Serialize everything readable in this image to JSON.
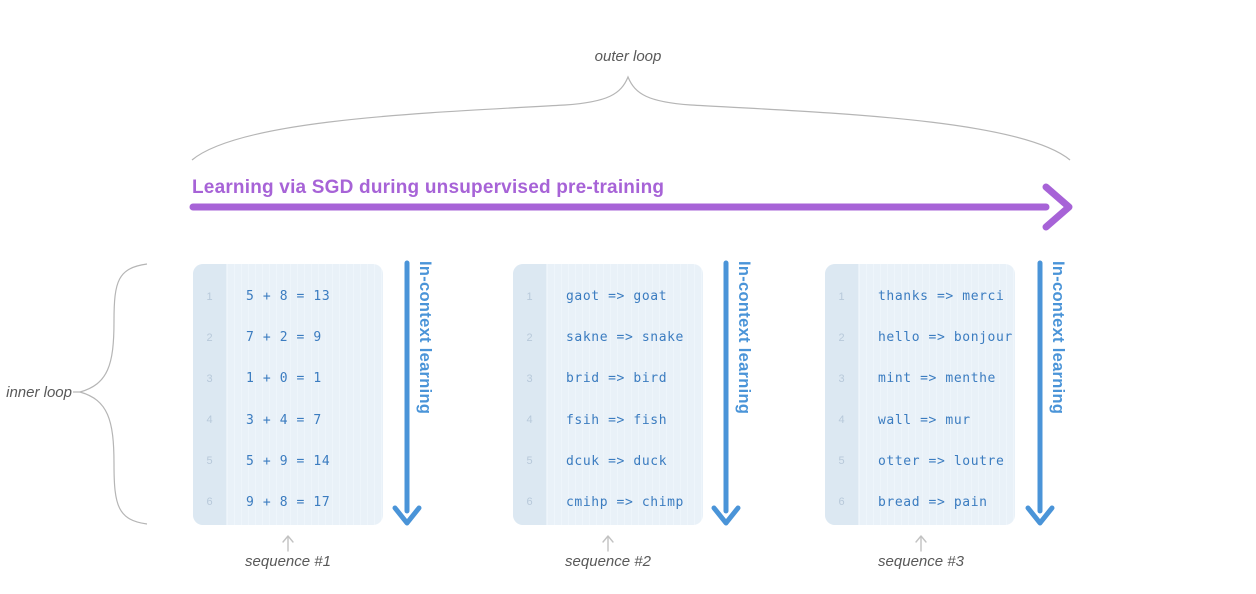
{
  "labels": {
    "outer_loop": "outer loop",
    "inner_loop": "inner loop",
    "sgd_heading": "Learning via SGD during unsupervised pre-training",
    "in_context_learning": "In-context learning"
  },
  "colors": {
    "purple_arrow": "#a763d7",
    "blue_arrow": "#4a94d8",
    "row_text": "#3b7cc0",
    "panel_bg": "#e9f1f8",
    "panel_gutter": "#dce8f2",
    "row_number": "#b8c9da",
    "brace_gray": "#b5b5b5",
    "label_gray": "#595959"
  },
  "panels": [
    {
      "sequence_label": "sequence #1",
      "rows": [
        {
          "num": "1",
          "text": "5 + 8 = 13"
        },
        {
          "num": "2",
          "text": "7 + 2 = 9"
        },
        {
          "num": "3",
          "text": "1 + 0 = 1"
        },
        {
          "num": "4",
          "text": "3 + 4 = 7"
        },
        {
          "num": "5",
          "text": "5 + 9 = 14"
        },
        {
          "num": "6",
          "text": "9 + 8 = 17"
        }
      ]
    },
    {
      "sequence_label": "sequence #2",
      "rows": [
        {
          "num": "1",
          "text": "gaot => goat"
        },
        {
          "num": "2",
          "text": "sakne => snake"
        },
        {
          "num": "3",
          "text": "brid => bird"
        },
        {
          "num": "4",
          "text": "fsih => fish"
        },
        {
          "num": "5",
          "text": "dcuk => duck"
        },
        {
          "num": "6",
          "text": "cmihp => chimp"
        }
      ]
    },
    {
      "sequence_label": "sequence #3",
      "rows": [
        {
          "num": "1",
          "text": "thanks => merci"
        },
        {
          "num": "2",
          "text": "hello => bonjour"
        },
        {
          "num": "3",
          "text": "mint => menthe"
        },
        {
          "num": "4",
          "text": "wall => mur"
        },
        {
          "num": "5",
          "text": "otter => loutre"
        },
        {
          "num": "6",
          "text": "bread => pain"
        }
      ]
    }
  ]
}
